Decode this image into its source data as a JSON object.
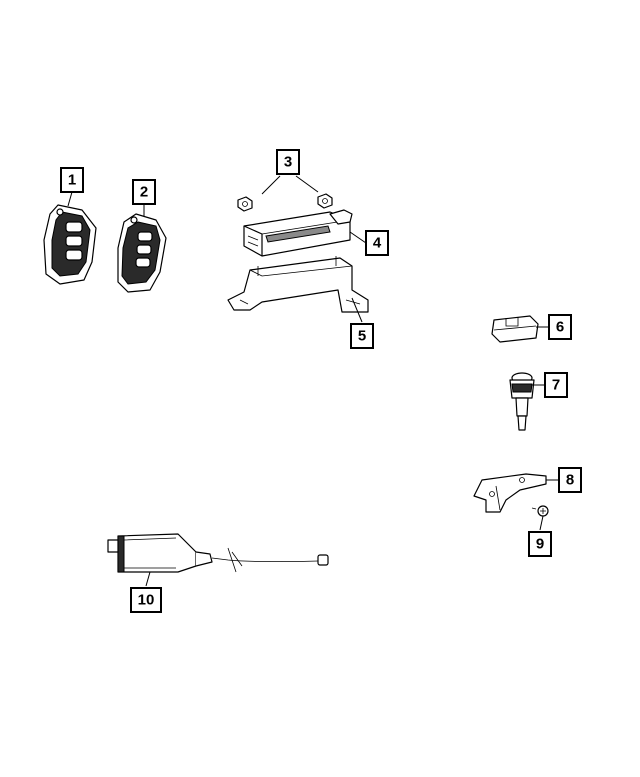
{
  "callouts": [
    {
      "id": "1",
      "label": "1"
    },
    {
      "id": "2",
      "label": "2"
    },
    {
      "id": "3",
      "label": "3"
    },
    {
      "id": "4",
      "label": "4"
    },
    {
      "id": "5",
      "label": "5"
    },
    {
      "id": "6",
      "label": "6"
    },
    {
      "id": "7",
      "label": "7"
    },
    {
      "id": "8",
      "label": "8"
    },
    {
      "id": "9",
      "label": "9"
    },
    {
      "id": "10",
      "label": "10"
    }
  ],
  "colors": {
    "line": "#000000",
    "background": "#ffffff",
    "dark_fill": "#2a2a2a"
  }
}
